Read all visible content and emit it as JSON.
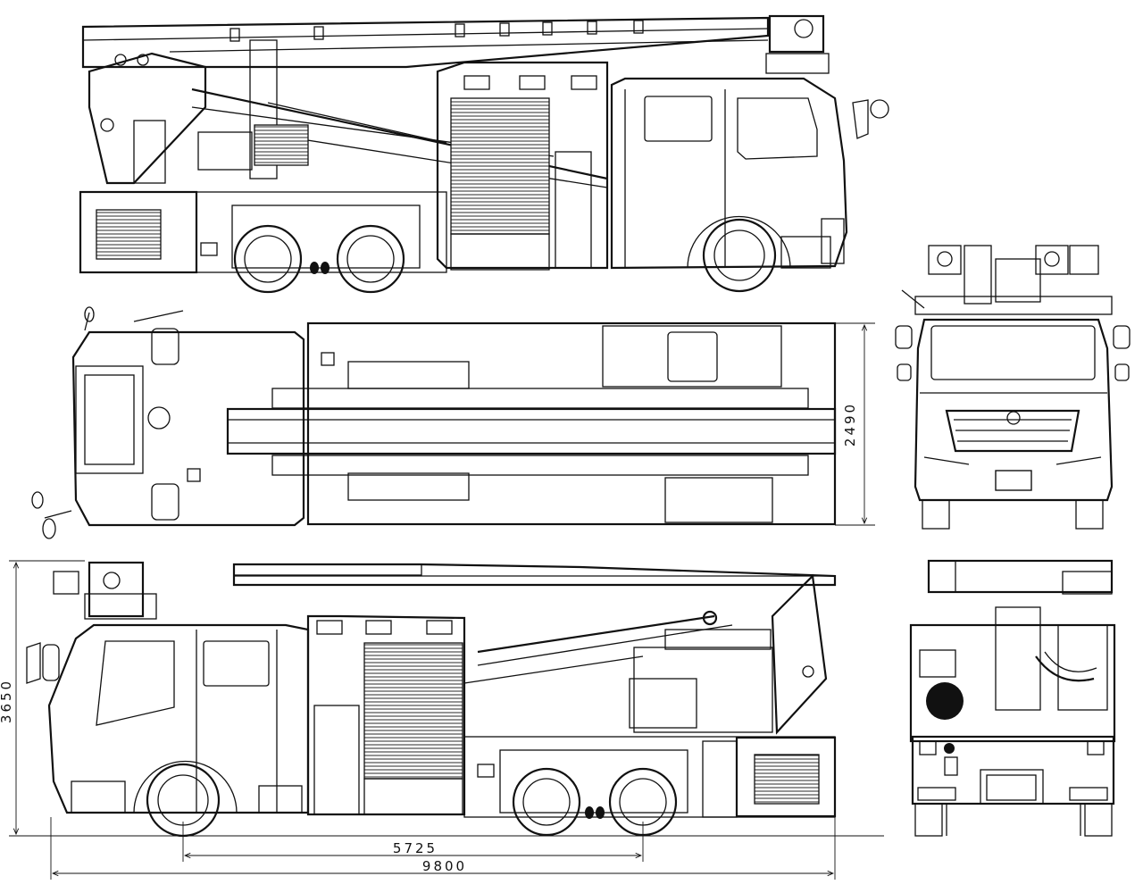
{
  "dimensions": {
    "overall_length": "9800",
    "wheelbase": "5725",
    "width": "2490",
    "height": "3650"
  },
  "colors": {
    "line": "#111111",
    "background": "#ffffff"
  }
}
